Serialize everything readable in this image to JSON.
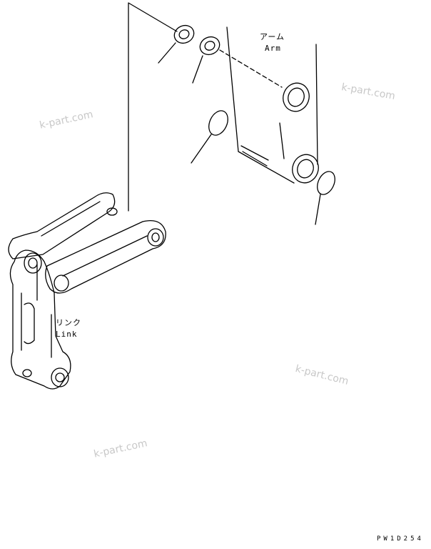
{
  "labels": {
    "arm_jp": "アーム",
    "arm_en": "Arm",
    "link_jp": "リンク",
    "link_en": "Link"
  },
  "watermarks": [
    "k-part.com",
    "k-part.com",
    "k-part.com",
    "k-part.com"
  ],
  "drawing_code": "PW1D254"
}
